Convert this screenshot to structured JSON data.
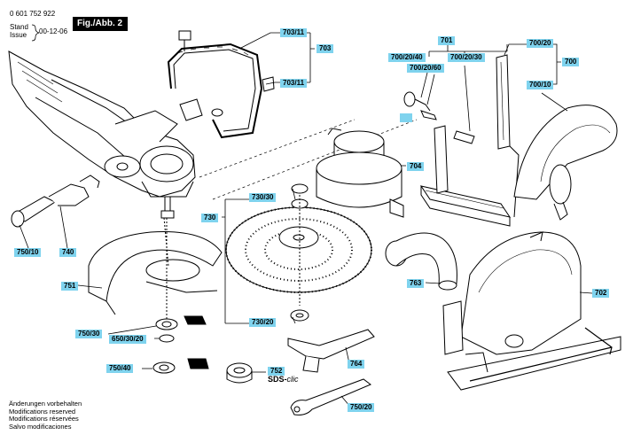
{
  "header": {
    "part_number": "0 601 752 922",
    "stand_label": "Stand",
    "issue_label": "Issue",
    "date": "00-12-06",
    "figure": "Fig./Abb. 2"
  },
  "labels": {
    "l703_11a": "703/11",
    "l703": "703",
    "l703_11b": "703/11",
    "l701": "701",
    "l700_20_40": "700/20/40",
    "l700_20_60": "700/20/60",
    "l700_20_30": "700/20/30",
    "l700_20": "700/20",
    "l700": "700",
    "l700_10": "700/10",
    "l704": "704",
    "l730_30": "730/30",
    "l730": "730",
    "l730_20": "730/20",
    "l750_10": "750/10",
    "l740": "740",
    "l751": "751",
    "l763": "763",
    "l702": "702",
    "l750_30": "750/30",
    "l650_30_20": "650/30/20",
    "l750_40": "750/40",
    "l752": "752",
    "l764": "764",
    "l750_20": "750/20"
  },
  "sds_brand": "SDS-",
  "sds_suffix": "clic",
  "footer": [
    "Änderungen vorbehalten",
    "Modifications reserved",
    "Modifications réservées",
    "Salvo modificaciones"
  ]
}
